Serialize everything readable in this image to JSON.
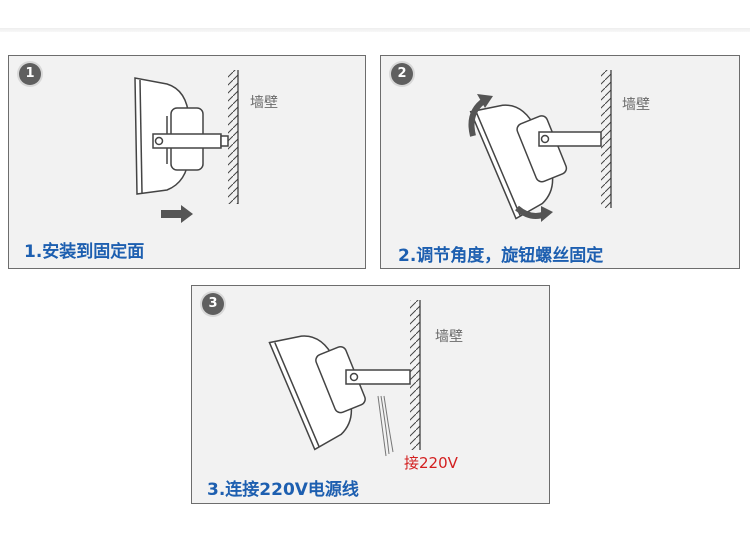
{
  "panels": [
    {
      "number": "1",
      "wall_label": "墙壁",
      "caption": "1.安装到固定面"
    },
    {
      "number": "2",
      "wall_label": "墙壁",
      "caption": "2.调节角度，旋钮螺丝固定"
    },
    {
      "number": "3",
      "wall_label": "墙壁",
      "caption": "3.连接220V电源线",
      "wire_label": "接220V"
    }
  ],
  "colors": {
    "caption": "#1d5fb0",
    "wire_label": "#d32020",
    "badge": "#5f5f5f",
    "panel_bg": "#f2f2f2"
  }
}
